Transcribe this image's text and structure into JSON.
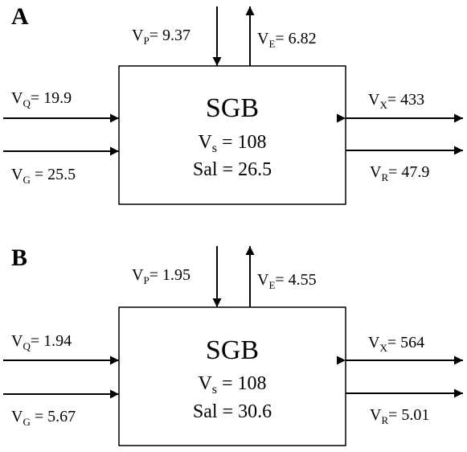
{
  "panels": [
    {
      "label": "A",
      "box": {
        "title": "SGB",
        "vs_main": "V",
        "vs_sub": "s",
        "vs_value": " = 108",
        "sal": "Sal = 26.5"
      },
      "flows": {
        "p": {
          "main": "V",
          "sub": "P",
          "value": "= 9.37"
        },
        "e": {
          "main": "V",
          "sub": "E",
          "value": "= 6.82"
        },
        "q": {
          "main": "V",
          "sub": "Q",
          "value": "= 19.9"
        },
        "g": {
          "main": "V",
          "sub": "G",
          "value": " = 25.5"
        },
        "x": {
          "main": "V",
          "sub": "X",
          "value": "= 433"
        },
        "r": {
          "main": "V",
          "sub": "R",
          "value": "= 47.9"
        }
      }
    },
    {
      "label": "B",
      "box": {
        "title": "SGB",
        "vs_main": "V",
        "vs_sub": "s",
        "vs_value": " =  108",
        "sal": "Sal = 30.6"
      },
      "flows": {
        "p": {
          "main": "V",
          "sub": "P",
          "value": "= 1.95"
        },
        "e": {
          "main": "V",
          "sub": "E",
          "value": "= 4.55"
        },
        "q": {
          "main": "V",
          "sub": "Q",
          "value": "= 1.94"
        },
        "g": {
          "main": "V",
          "sub": "G",
          "value": " = 5.67"
        },
        "x": {
          "main": "V",
          "sub": "X",
          "value": "= 564"
        },
        "r": {
          "main": "V",
          "sub": "R",
          "value": "= 5.01"
        }
      }
    }
  ],
  "colors": {
    "ink": "#000000",
    "background": "#ffffff"
  }
}
